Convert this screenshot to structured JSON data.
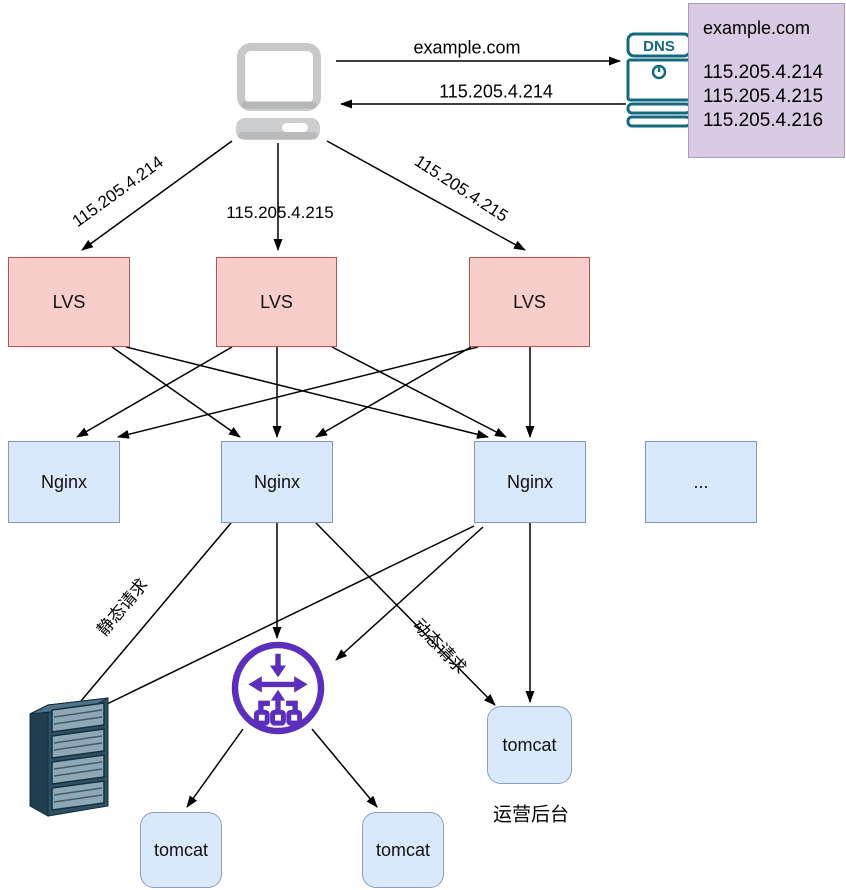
{
  "colors": {
    "lvs_fill": "#f8cecc",
    "lvs_border": "#b85450",
    "nginx_fill": "#dae8fc",
    "nginx_border": "#7e9ab8",
    "dns_card_fill": "#d9cbe3",
    "dns_card_border": "#ab99bf",
    "dns_icon_teal": "#15697f",
    "balancer_purple": "#5b2fbb",
    "edge_black": "#000000",
    "laptop_gray": "#c7c8c9",
    "rack_steel": "#2e5166"
  },
  "client": {
    "icon": "laptop-icon"
  },
  "dns_lookup": {
    "query_label": "example.com",
    "answer_label": "115.205.4.214"
  },
  "dns_server": {
    "icon": "dns-server-icon",
    "badge": "DNS"
  },
  "dns_record_card": {
    "domain": "example.com",
    "ips": [
      "115.205.4.214",
      "115.205.4.215",
      "115.205.4.216"
    ]
  },
  "client_routes": [
    {
      "label": "115.205.4.214"
    },
    {
      "label": "115.205.4.215"
    },
    {
      "label": "115.205.4.215"
    }
  ],
  "lvs_nodes": [
    {
      "label": "LVS"
    },
    {
      "label": "LVS"
    },
    {
      "label": "LVS"
    }
  ],
  "nginx_nodes": [
    {
      "label": "Nginx"
    },
    {
      "label": "Nginx"
    },
    {
      "label": "Nginx"
    },
    {
      "label": "..."
    }
  ],
  "request_labels": {
    "static": "静态请求",
    "dynamic": "动态请求"
  },
  "static_store": {
    "icon": "server-rack-icon"
  },
  "balancer": {
    "icon": "load-balancer-icon"
  },
  "tomcat_nodes": [
    {
      "label": "tomcat"
    },
    {
      "label": "tomcat"
    },
    {
      "label": "tomcat"
    }
  ],
  "ops_label": "运营后台"
}
